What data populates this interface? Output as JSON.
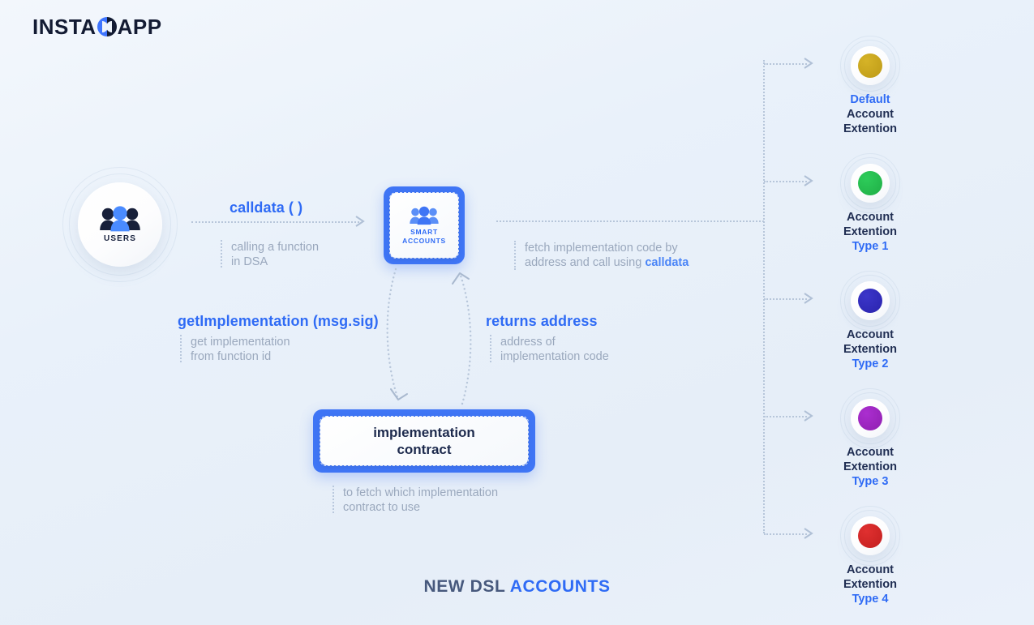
{
  "brand": {
    "name_left": "INSTA",
    "name_right": "APP",
    "icon": "instadapp-split-circle-icon",
    "blue": "#3f75ff",
    "dark": "#131b33"
  },
  "nodes": {
    "users": {
      "label": "USERS",
      "icon": "users-group-icon"
    },
    "smart_accounts": {
      "label": "SMART\nACCOUNTS",
      "icon": "users-group-icon",
      "accent": "#3f75f5"
    },
    "implementation_contract": {
      "label": "implementation\ncontract",
      "caption": "to fetch which implementation\ncontract to use",
      "accent": "#3f75f5"
    }
  },
  "flows": {
    "calldata": {
      "title": "calldata ( )",
      "caption": "calling a function\nin DSA"
    },
    "fetch": {
      "caption_plain": "fetch implementation code by\naddress and call using ",
      "caption_highlight": "calldata"
    },
    "get_implementation": {
      "title": "getImplementation (msg.sig)",
      "caption": "get implementation\nfrom function id"
    },
    "returns_address": {
      "title": "returns address",
      "caption": "address of\nimplementation code"
    }
  },
  "extensions": [
    {
      "line1": "Default",
      "line2": "Account",
      "line3": "Extention",
      "highlight": "first",
      "color": "#d6b327",
      "color_dark": "#bd9a17"
    },
    {
      "line1": "Account",
      "line2": "Extention",
      "line3": "Type 1",
      "highlight": "last",
      "color": "#2ecc5a",
      "color_dark": "#1fae46"
    },
    {
      "line1": "Account",
      "line2": "Extention",
      "line3": "Type 2",
      "highlight": "last",
      "color": "#3b35c9",
      "color_dark": "#2a24ad"
    },
    {
      "line1": "Account",
      "line2": "Extention",
      "line3": "Type 3",
      "highlight": "last",
      "color": "#ab2ed0",
      "color_dark": "#8f1fb0"
    },
    {
      "line1": "Account",
      "line2": "Extention",
      "line3": "Type 4",
      "highlight": "last",
      "color": "#e03030",
      "color_dark": "#c31f1f"
    }
  ],
  "footer": {
    "plain": "NEW DSL ",
    "highlight": "ACCOUNTS"
  }
}
